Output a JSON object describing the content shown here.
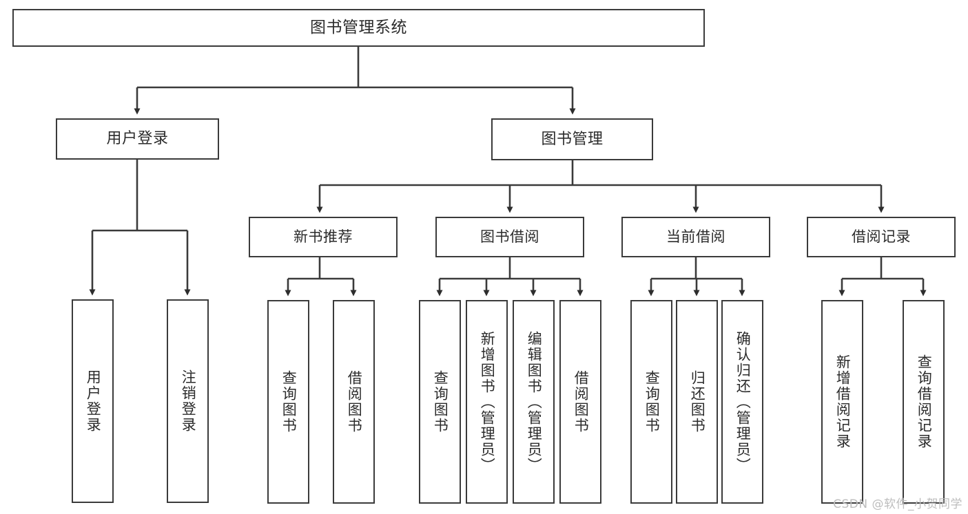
{
  "diagram": {
    "title": "图书管理系统",
    "watermark": "CSDN @软件_小贺同学",
    "colors": {
      "stroke": "#3a3a3a",
      "text": "#2b2b2b",
      "background": "#ffffff",
      "watermark": "#bdbdbd"
    },
    "nodes": {
      "root": "图书管理系统",
      "level1": {
        "user_login": "用户登录",
        "book_manage": "图书管理"
      },
      "level2": {
        "new_book_rec": "新书推荐",
        "book_borrow": "图书借阅",
        "current_borrow": "当前借阅",
        "borrow_record": "借阅记录"
      },
      "leaves": {
        "user_login_1": "用户登录",
        "user_login_2": "注销登录",
        "new_book_rec_1": "查询图书",
        "new_book_rec_2": "借阅图书",
        "book_borrow_1": "查询图书",
        "book_borrow_2": "新增图书（管理员）",
        "book_borrow_3": "编辑图书（管理员）",
        "book_borrow_4": "借阅图书",
        "current_borrow_1": "查询图书",
        "current_borrow_2": "归还图书",
        "current_borrow_3": "确认归还（管理员）",
        "borrow_record_1": "新增借阅记录",
        "borrow_record_2": "查询借阅记录"
      }
    }
  }
}
